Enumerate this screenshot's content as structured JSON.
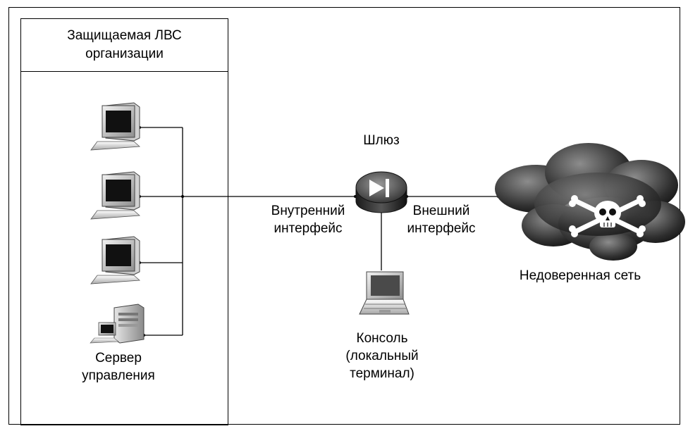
{
  "lan": {
    "title": "Защищаемая ЛВС\nорганизации"
  },
  "gateway": {
    "label": "Шлюз",
    "internal_interface": "Внутренний\nинтерфейс",
    "external_interface": "Внешний\nинтерфейс"
  },
  "server_label": "Сервер\nуправления",
  "console_label": "Консоль\n(локальный\nтерминал)",
  "untrusted_label": "Недоверенная сеть",
  "icons": [
    "workstation-icon",
    "workstation-icon",
    "workstation-icon",
    "server-icon",
    "router-icon",
    "laptop-icon",
    "malicious-cloud-icon"
  ]
}
